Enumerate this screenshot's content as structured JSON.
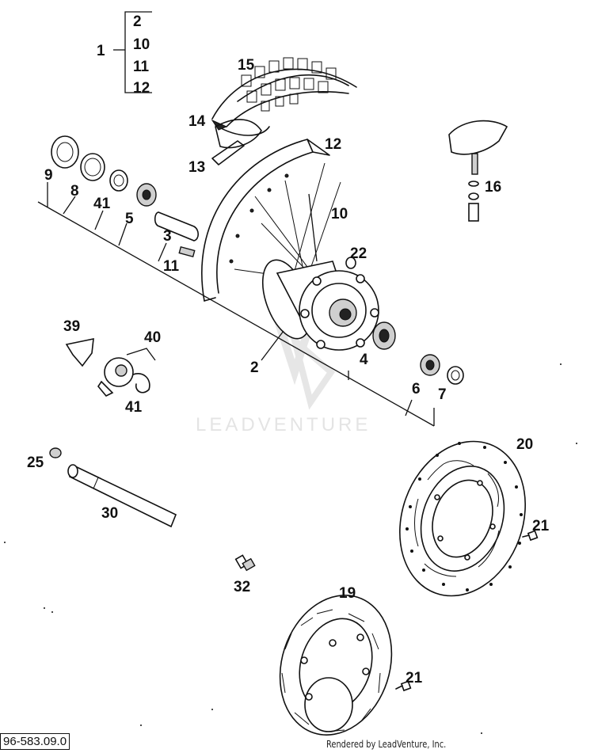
{
  "diagram": {
    "callouts": {
      "c1": "1",
      "c1_2": "2",
      "c1_10": "10",
      "c1_11": "11",
      "c1_12": "12",
      "c15": "15",
      "c14": "14",
      "c13": "13",
      "c12": "12",
      "c10": "10",
      "c16": "16",
      "c9": "9",
      "c8": "8",
      "c41a": "41",
      "c5": "5",
      "c3": "3",
      "c11": "11",
      "c22": "22",
      "c39": "39",
      "c40": "40",
      "c41b": "41",
      "c2": "2",
      "c4": "4",
      "c6": "6",
      "c7": "7",
      "c25": "25",
      "c30": "30",
      "c20": "20",
      "c21a": "21",
      "c32": "32",
      "c19": "19",
      "c21b": "21"
    },
    "watermark": "LEADVENTURE",
    "drawing_code": "96-583.09.0",
    "credit": "Rendered by LeadVenture, Inc."
  }
}
